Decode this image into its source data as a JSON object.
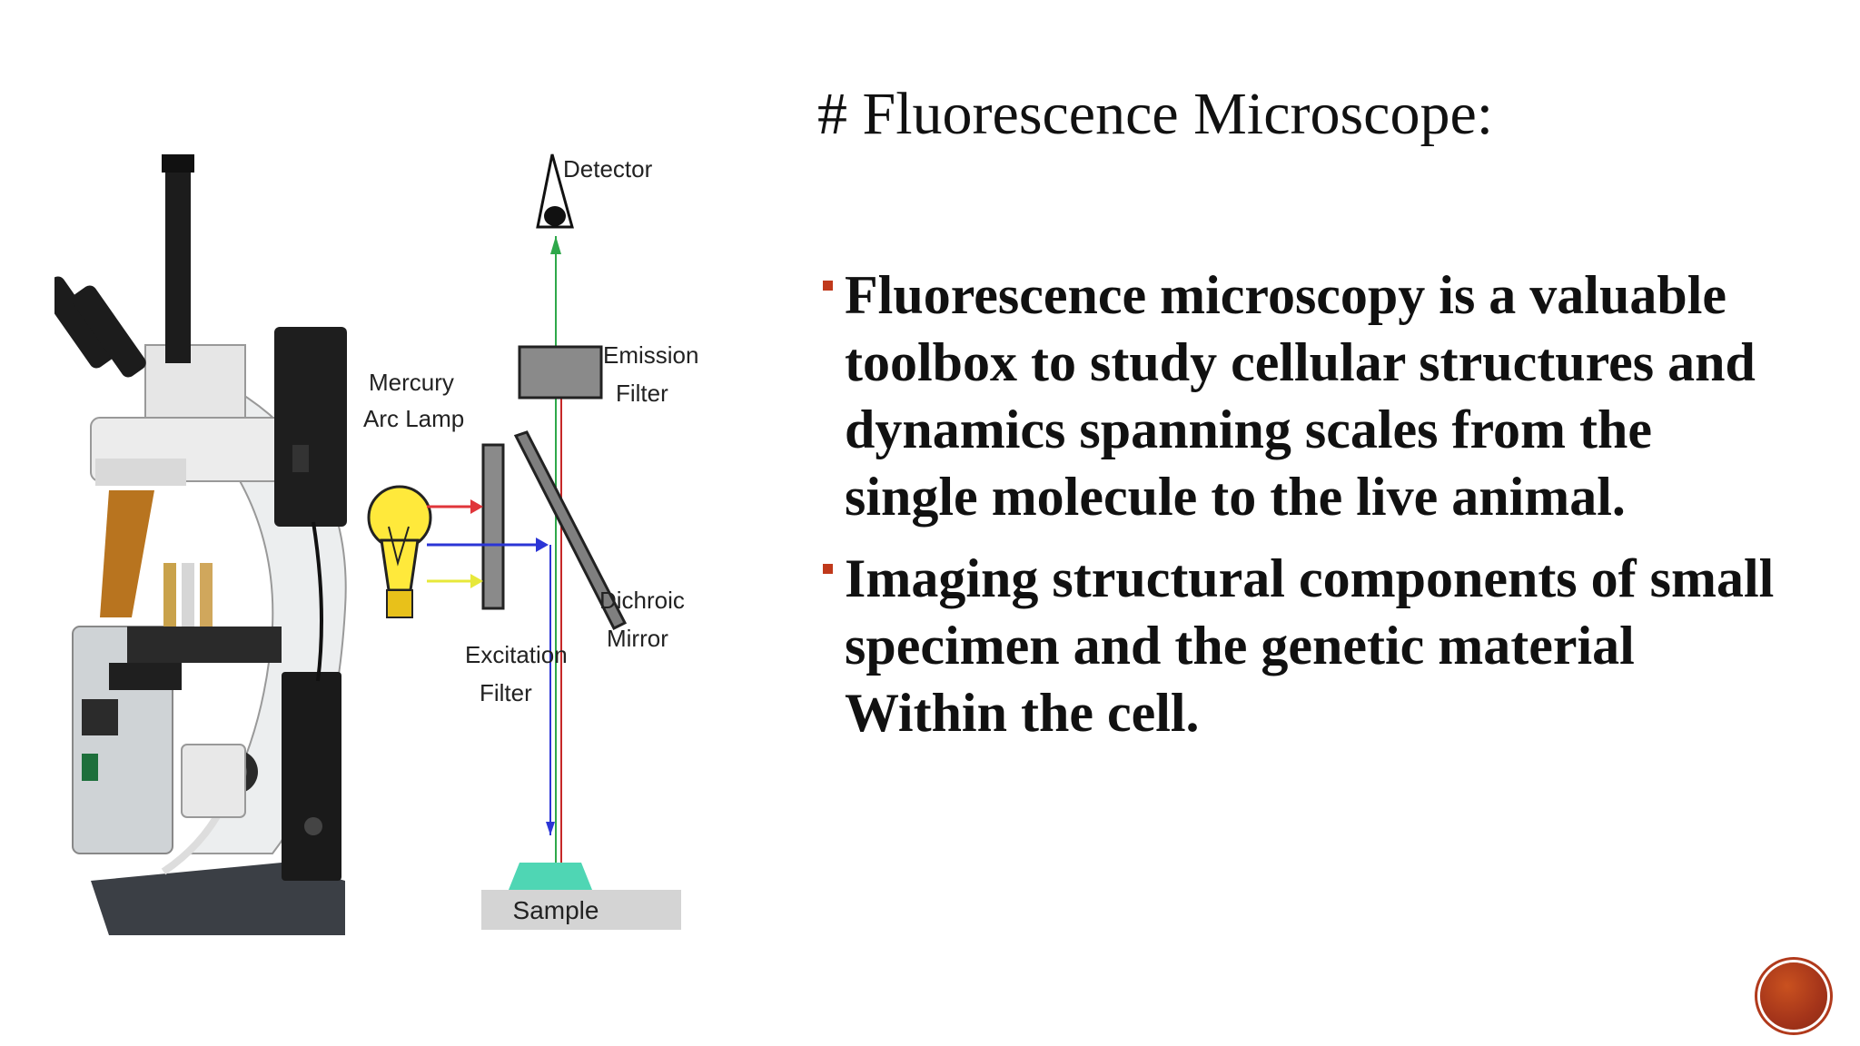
{
  "slide": {
    "title": "# Fluorescence Microscope:",
    "bullets": [
      {
        "text": "Fluorescence microscopy is a valuable toolbox to study cellular structures and dynamics spanning scales from the single molecule to the live animal."
      },
      {
        "text": " Imaging structural components of small specimen and the genetic material Within the cell."
      }
    ]
  },
  "diagram": {
    "labels": {
      "detector": "Detector",
      "emission_filter_1": "Emission",
      "emission_filter_2": "Filter",
      "mercury_lamp_1": "Mercury",
      "mercury_lamp_2": "Arc Lamp",
      "dichroic_1": "Dichroic",
      "dichroic_2": "Mirror",
      "excitation_1": "Excitation",
      "excitation_2": "Filter",
      "sample": "Sample"
    }
  },
  "colors": {
    "accent": "#c0391b",
    "ray_red": "#e0353a",
    "ray_blue": "#2b35d6",
    "ray_yellow": "#e7e83a",
    "ray_green": "#2ea84a",
    "sample": "#4fd6b4"
  }
}
